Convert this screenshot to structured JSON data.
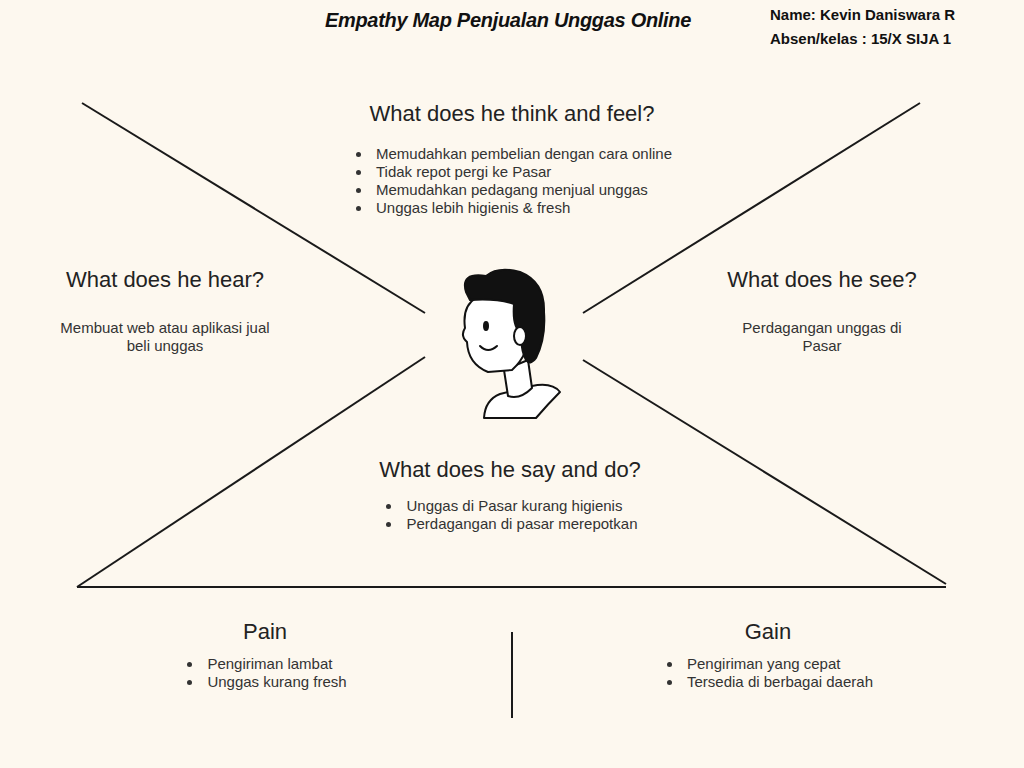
{
  "diagram": {
    "title": "Empathy Map Penjualan Unggas Online",
    "nodes": [
      {
        "text": [
          "What does he think and feel?",
          "Memudahkan pembelian dengan cara online",
          "Tidak repot pergi ke Pasar",
          "Memudahkan pedagang menjual unggas",
          "Unggas lebih higienis & fresh"
        ]
      },
      {
        "text": [
          "What does he hear?",
          "Membuat web atau aplikasi jual beli unggas"
        ]
      },
      {
        "text": [
          "What does he see?",
          "Perdagangan unggas di Pasar"
        ]
      },
      {
        "text": [
          "What does he say and do?",
          "Unggas di Pasar kurang higienis",
          "Perdagangan di pasar merepotkan"
        ]
      },
      {
        "text": [
          "Pain",
          "Pengiriman lambat",
          "Unggas kurang fresh"
        ]
      },
      {
        "text": [
          "Gain",
          "Pengiriman yang cepat",
          "Tersedia di berbagai daerah"
        ]
      }
    ],
    "labels": [
      "Name: Kevin Daniswara R",
      "Absen/kelas : 15/X SIJA 1"
    ]
  }
}
